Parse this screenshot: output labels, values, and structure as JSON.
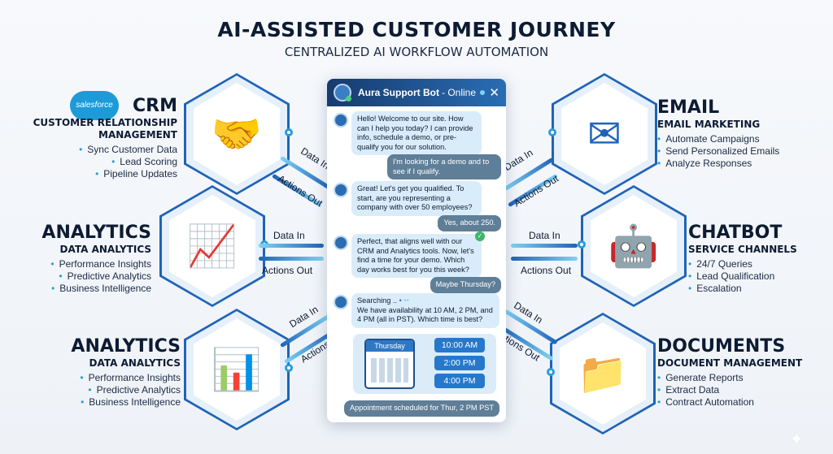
{
  "title": "AI-ASSISTED CUSTOMER JOURNEY",
  "subtitle": "CENTRALIZED AI WORKFLOW AUTOMATION",
  "colors": {
    "navy": "#0d1b33",
    "accent": "#1f63b8",
    "cyan": "#2a9bd8",
    "bubble": "#d9ecfa",
    "user_bubble": "#5f7e98"
  },
  "flows": {
    "data_in": "Data In",
    "actions_out": "Actions Out"
  },
  "modules": {
    "crm": {
      "logo": "salesforce",
      "title": "CRM",
      "subtitle": "CUSTOMER RELATIONSHIP MANAGEMENT",
      "icon": "handshake-icon",
      "items": [
        "Sync Customer Data",
        "Lead Scoring",
        "Pipeline Updates"
      ]
    },
    "analytics1": {
      "title": "ANALYTICS",
      "subtitle": "DATA ANALYTICS",
      "icon": "chart-monitor-icon",
      "items": [
        "Performance Insights",
        "Predictive Analytics",
        "Business Intelligence"
      ]
    },
    "analytics2": {
      "title": "ANALYTICS",
      "subtitle": "DATA ANALYTICS",
      "icon": "trend-chart-icon",
      "items": [
        "Performance Insights",
        "Predictive Analytics",
        "Business Intelligence"
      ]
    },
    "email": {
      "title": "EMAIL",
      "subtitle": "EMAIL MARKETING",
      "icon": "envelope-icon",
      "items": [
        "Automate Campaigns",
        "Send Personalized Emails",
        "Analyze Responses"
      ]
    },
    "chatbot": {
      "title": "CHATBOT",
      "subtitle": "SERVICE CHANNELS",
      "icon": "robot-chat-icon",
      "items": [
        "24/7 Queries",
        "Lead Qualification",
        "Escalation"
      ]
    },
    "documents": {
      "title": "DOCUMENTS",
      "subtitle": "DOCUMENT MANAGEMENT",
      "icon": "documents-icon",
      "items": [
        "Generate Reports",
        "Extract Data",
        "Contract Automation"
      ]
    }
  },
  "chat": {
    "bot_name": "Aura Support Bot",
    "status": "- Online",
    "messages": [
      {
        "from": "bot",
        "text": "Hello! Welcome to our site. How can I help you today? I can provide info, schedule a demo, or pre-qualify you for our solution."
      },
      {
        "from": "user",
        "text": "I'm looking for a demo and to see if I qualify."
      },
      {
        "from": "bot",
        "text": "Great! Let's get you qualified. To start, are you representing a company with over 50 employees?"
      },
      {
        "from": "user",
        "text": "Yes, about 250."
      },
      {
        "from": "bot",
        "text": "Perfect, that aligns well with our CRM and Analytics tools. Now, let's find a time for your demo. Which day works best for you this week?"
      },
      {
        "from": "user",
        "text": "Maybe Thursday?"
      },
      {
        "from": "bot",
        "searching": "Searching ..",
        "text": "We have availability at 10 AM, 2 PM, and 4 PM (all in PST). Which time is best?"
      }
    ],
    "calendar_day": "Thursday",
    "time_slots": [
      "10:00 AM",
      "2:00 PM",
      "4:00 PM"
    ],
    "confirmation": "Appointment scheduled for Thur, 2 PM PST"
  }
}
